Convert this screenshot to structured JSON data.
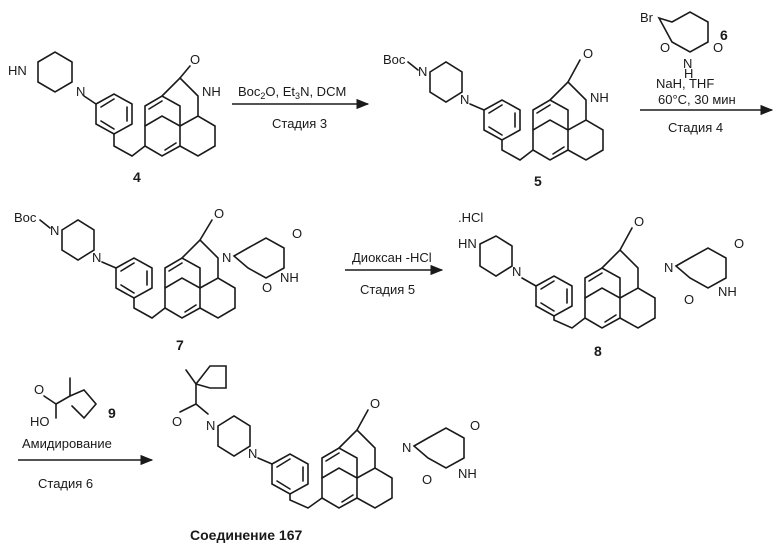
{
  "compounds": {
    "c4": "4",
    "c5": "5",
    "c6": "6",
    "c7": "7",
    "c8": "8",
    "c9": "9",
    "final": "Соединение 167"
  },
  "labels": {
    "boc": "Boc",
    "hn": "HN",
    "nh": "NH",
    "n": "N",
    "o": "O",
    "br": "Br",
    "ho": "HO",
    "hcl": ".HCl"
  },
  "steps": {
    "s3": {
      "reagents_main": "Boc",
      "reagents_sub": "2",
      "reagents_rest": "O, Et",
      "reagents_sub2": "3",
      "reagents_tail": "N, DCM",
      "stage": "Стадия 3"
    },
    "s4": {
      "reagents": "NaH, THF",
      "temp": "60°C, 30 мин",
      "stage": "Стадия 4"
    },
    "s5": {
      "reagents": "Диоксан -HCl",
      "stage": "Стадия  5"
    },
    "s6": {
      "reagents": "Амидирование",
      "stage": "Стадия  6"
    }
  }
}
